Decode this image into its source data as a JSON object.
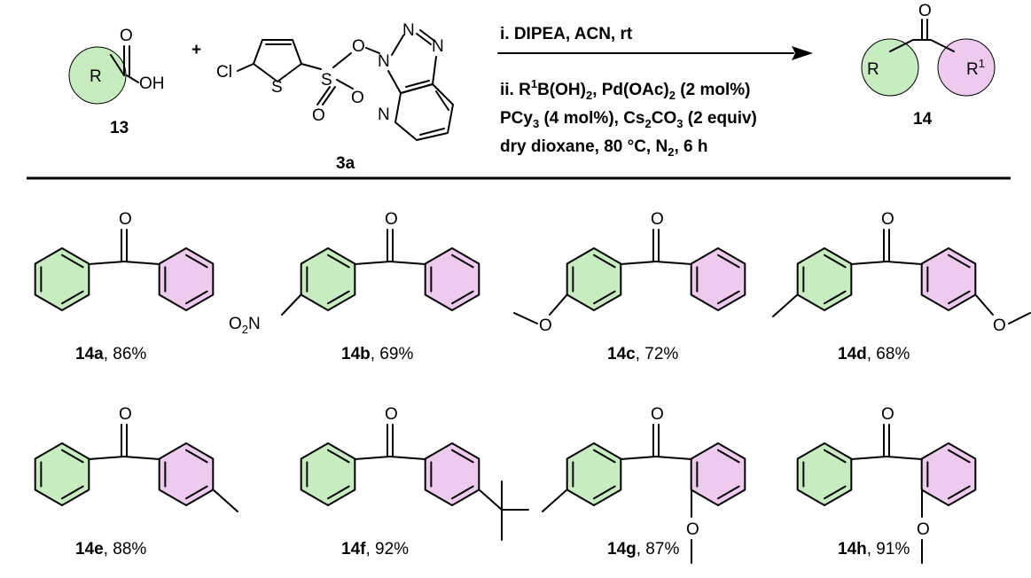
{
  "colors": {
    "green": "#c6ecc0",
    "pink": "#eecbee",
    "line": "#000000"
  },
  "reaction": {
    "acid": {
      "r_label": "R",
      "o_label": "O",
      "oh_label": "OH",
      "number": "13"
    },
    "plus": "+",
    "reagent": {
      "cl": "Cl",
      "s_ring": "S",
      "s_sulfonyl": "S",
      "o1": "O",
      "o2": "O",
      "o_link": "O",
      "n1": "N",
      "n2": "N",
      "n3": "N",
      "n_py": "N",
      "number": "3a"
    },
    "conditions": {
      "step1": "i. DIPEA, ACN, rt",
      "step2_pre": "ii. R",
      "step2_sup": "1",
      "step2_mid": "B(OH)",
      "step2_sub": "2",
      "step2_post": ", Pd(OAc)",
      "step2_sub2": "2",
      "step2_end": " (2 mol%)",
      "step3_pre": "PCy",
      "step3_sub": "3",
      "step3_mid": " (4 mol%), Cs",
      "step3_sub2": "2",
      "step3_mid2": "CO",
      "step3_sub3": "3",
      "step3_end": " (2 equiv)",
      "step4_pre": "dry dioxane, 80 °C, N",
      "step4_sub": "2",
      "step4_end": ", 6 h"
    },
    "product": {
      "r_label": "R",
      "r1_label": "R",
      "r1_sup": "1",
      "o_label": "O",
      "number": "14"
    }
  },
  "atoms": {
    "o": "O",
    "o2n": "O",
    "o2n_sub": "2",
    "o2n_n": "N"
  },
  "products": [
    {
      "id": "14a",
      "yield": ", 86%"
    },
    {
      "id": "14b",
      "yield": ", 69%"
    },
    {
      "id": "14c",
      "yield": ", 72%"
    },
    {
      "id": "14d",
      "yield": ", 68%"
    },
    {
      "id": "14e",
      "yield": ", 88%"
    },
    {
      "id": "14f",
      "yield": ", 92%"
    },
    {
      "id": "14g",
      "yield": ", 87%"
    },
    {
      "id": "14h",
      "yield": ", 91%"
    }
  ]
}
